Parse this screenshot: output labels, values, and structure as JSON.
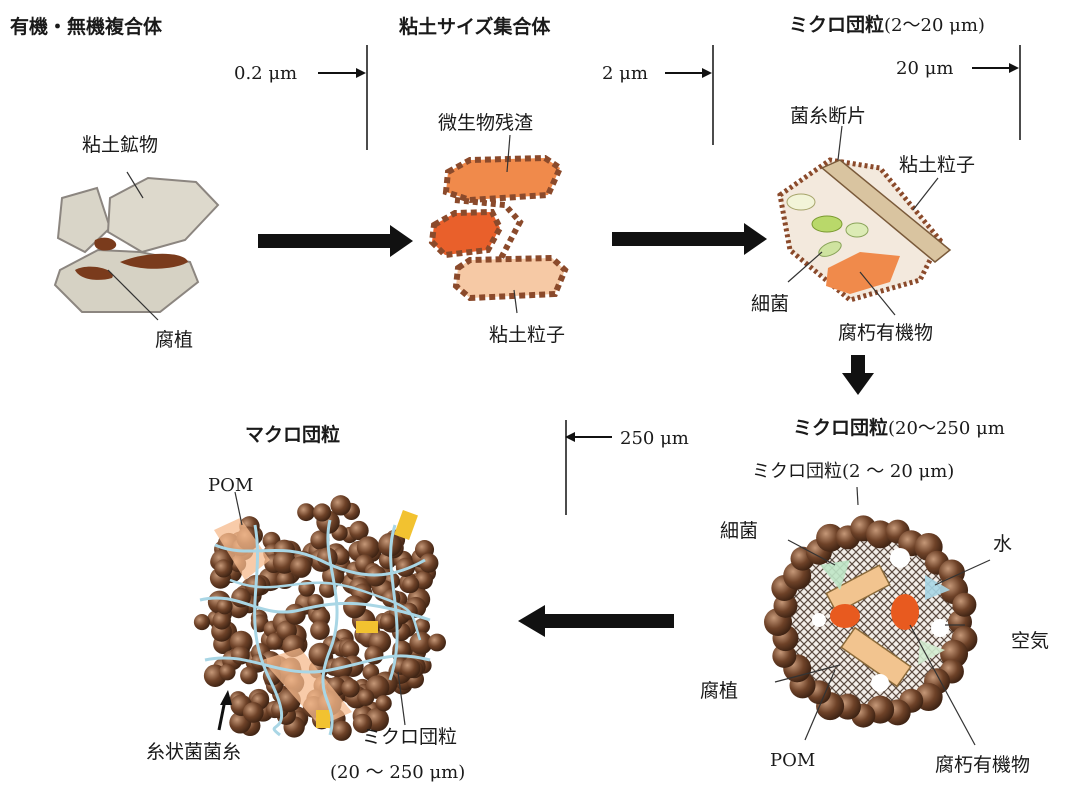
{
  "stages": {
    "s1_title": "有機・無機複合体",
    "s2_title": "粘土サイズ集合体",
    "s3_title": "ミクロ団粒",
    "s3_range": "(2～20 μm)",
    "s4_title": "ミクロ団粒",
    "s4_range": "(20～250 μm",
    "s5_title": "マクロ団粒"
  },
  "scales": {
    "a": "0.2 μm",
    "b": "2 μm",
    "c": "20 μm",
    "d": "250 μm"
  },
  "labels": {
    "clay_mineral": "粘土鉱物",
    "humus": "腐植",
    "microbial_residue": "微生物残渣",
    "clay_particle_2": "粘土粒子",
    "hyphal_fragment": "菌糸断片",
    "clay_particle_3": "粘土粒子",
    "bacteria_3": "細菌",
    "decayed_om_3": "腐朽有機物",
    "micro_inner": "ミクロ団粒(2 ～ 20 μm)",
    "bacteria_4": "細菌",
    "water": "水",
    "air": "空気",
    "humus_4": "腐植",
    "pom_4": "POM",
    "decayed_om_4": "腐朽有機物",
    "pom_5": "POM",
    "filament_hyphae": "糸状菌菌糸",
    "micro_agg_5": "ミクロ団粒",
    "micro_agg_5_range": "(20 ～ 250 μm)"
  },
  "colors": {
    "arrow": "#111111",
    "clay_plate": "#d9d5c8",
    "humus": "#7a3b1c",
    "clay_dots": "#8b4a2b",
    "residue_orange": "#f08a4b",
    "residue_light": "#f6c9a5",
    "bead": "#6e4228",
    "hypha": "#a9d6e5",
    "pom": "#f5b98c",
    "yellow": "#f2c230"
  }
}
